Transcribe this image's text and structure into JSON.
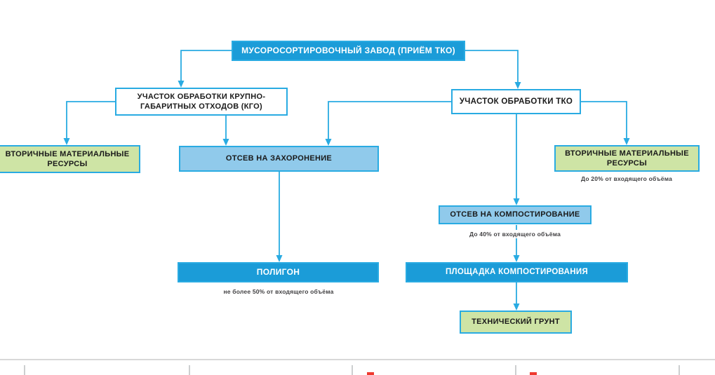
{
  "colors": {
    "accent": "#29ABE2",
    "node_blue": "#1B9CD8",
    "node_light_blue": "#90CAEB",
    "node_green": "#CEE4A5",
    "text_dark": "#1A1A1A",
    "caption_gray": "#414042",
    "divider_gray": "#D8D8D8",
    "tick_gray": "#CDCFD0",
    "red_fragment": "#EE3A30"
  },
  "diagram": {
    "nodes": {
      "plant": {
        "label": "МУСОРОСОРТИРОВОЧНЫЙ ЗАВОД (ПРИЁМ ТКО)"
      },
      "kgo": {
        "lines": [
          "УЧАСТОК ОБРАБОТКИ КРУПНО-",
          "ГАБАРИТНЫХ ОТХОДОВ (КГО)"
        ]
      },
      "tko": {
        "label": "УЧАСТОК ОБРАБОТКИ ТКО"
      },
      "vmr_left": {
        "lines": [
          "ВТОРИЧНЫЕ МАТЕРИАЛЬНЫЕ",
          "РЕСУРСЫ"
        ]
      },
      "otsev_zahor": {
        "label": "ОТСЕВ НА ЗАХОРОНЕНИЕ"
      },
      "vmr_right": {
        "lines": [
          "ВТОРИЧНЫЕ МАТЕРИАЛЬНЫЕ",
          "РЕСУРСЫ"
        ],
        "caption": "До 20% от входящего объёма"
      },
      "otsev_kompost": {
        "label": "ОТСЕВ НА КОМПОСТИРОВАНИЕ",
        "caption": "До 40% от входящего объёма"
      },
      "poligon": {
        "label": "ПОЛИГОН",
        "caption": "не более 50% от входящего объёма"
      },
      "ploshchadka": {
        "label": "ПЛОЩАДКА КОМПОСТИРОВАНИЯ"
      },
      "tehgrunt": {
        "label": "ТЕХНИЧЕСКИЙ ГРУНТ"
      }
    }
  }
}
